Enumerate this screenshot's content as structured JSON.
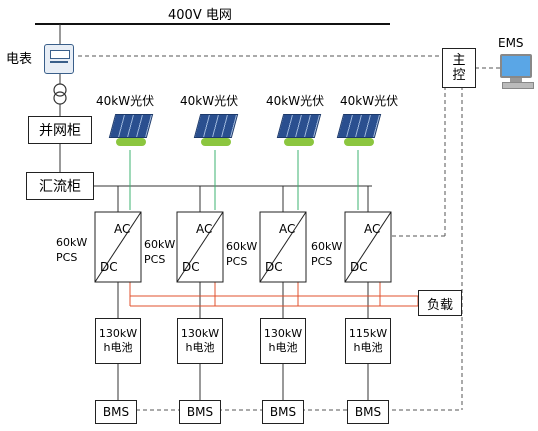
{
  "grid": {
    "label": "400V 电网"
  },
  "meter": {
    "label": "电表"
  },
  "grid_tie_cabinet": {
    "label": "并网柜"
  },
  "combiner_cabinet": {
    "label": "汇流柜"
  },
  "master_control": {
    "label_line1": "主",
    "label_line2": "控"
  },
  "ems": {
    "label": "EMS"
  },
  "load": {
    "label": "负载"
  },
  "pv_units": [
    {
      "label": "40kW光伏"
    },
    {
      "label": "40kW光伏"
    },
    {
      "label": "40kW光伏"
    },
    {
      "label": "40kW光伏"
    }
  ],
  "pcs_units": [
    {
      "rating": "60kW",
      "name": "PCS",
      "ac": "AC",
      "dc": "DC"
    },
    {
      "rating": "60kW",
      "name": "PCS",
      "ac": "AC",
      "dc": "DC"
    },
    {
      "rating": "60kW",
      "name": "PCS",
      "ac": "AC",
      "dc": "DC"
    },
    {
      "rating": "60kW",
      "name": "PCS",
      "ac": "AC",
      "dc": "DC"
    }
  ],
  "batteries": [
    {
      "line1": "130kW",
      "line2": "h电池"
    },
    {
      "line1": "130kW",
      "line2": "h电池"
    },
    {
      "line1": "130kW",
      "line2": "h电池"
    },
    {
      "line1": "115kW",
      "line2": "h电池"
    }
  ],
  "bms_units": [
    {
      "label": "BMS"
    },
    {
      "label": "BMS"
    },
    {
      "label": "BMS"
    },
    {
      "label": "BMS"
    }
  ],
  "colors": {
    "line": "#333333",
    "green_link": "#3cb371",
    "red_link": "#e0502c",
    "dashed_link": "#555555"
  }
}
